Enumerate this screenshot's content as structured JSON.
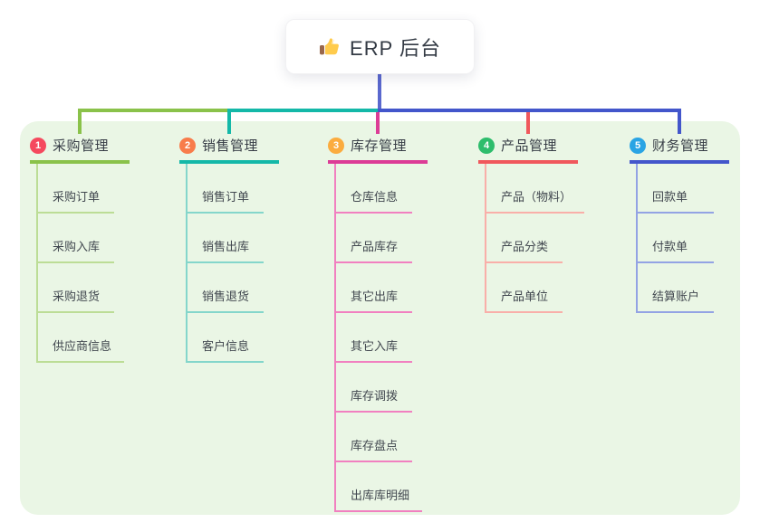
{
  "root": {
    "label": "ERP 后台",
    "icon": "thumbs-up-icon"
  },
  "connectors": {
    "root_drop_color": "#5A68CE"
  },
  "panel_bg": "#EAF6E5",
  "branches": [
    {
      "index": "1",
      "title": "采购管理",
      "color": "#8AC24A",
      "light": "#BCDD96",
      "badge": "#F5495E",
      "children": [
        "采购订单",
        "采购入库",
        "采购退货",
        "供应商信息"
      ]
    },
    {
      "index": "2",
      "title": "销售管理",
      "color": "#14B8A8",
      "light": "#84D6CB",
      "badge": "#F87C4B",
      "children": [
        "销售订单",
        "销售出库",
        "销售退货",
        "客户信息"
      ]
    },
    {
      "index": "3",
      "title": "库存管理",
      "color": "#DC3C96",
      "light": "#F180C0",
      "badge": "#FBAC3F",
      "children": [
        "仓库信息",
        "产品库存",
        "其它出库",
        "其它入库",
        "库存调拨",
        "库存盘点",
        "出库库明细"
      ]
    },
    {
      "index": "4",
      "title": "产品管理",
      "color": "#F0585C",
      "light": "#F9AFA9",
      "badge": "#2EBD6C",
      "children": [
        "产品（物料）",
        "产品分类",
        "产品单位"
      ]
    },
    {
      "index": "5",
      "title": "财务管理",
      "color": "#4356CB",
      "light": "#93A3E4",
      "badge": "#2AA4E4",
      "children": [
        "回款单",
        "付款单",
        "结算账户"
      ]
    }
  ]
}
